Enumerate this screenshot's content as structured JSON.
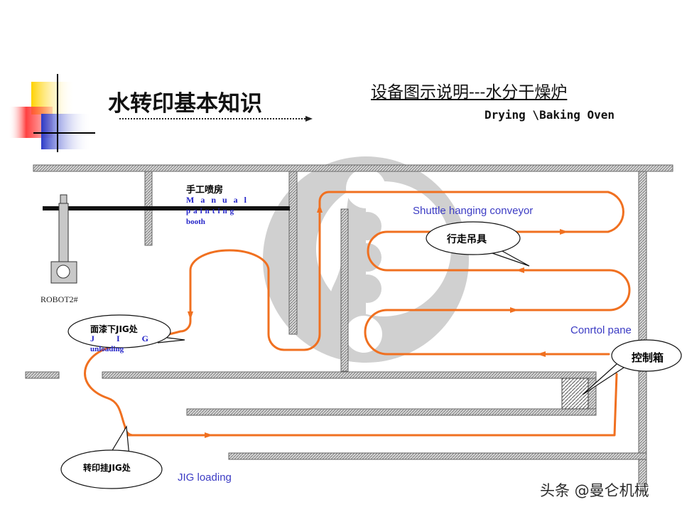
{
  "title": "水转印基本知识",
  "subtitle": "设备图示说明---水分干燥炉",
  "subtitle_en": "Drying \\Baking  Oven",
  "labels": {
    "booth_cn": "手工喷房",
    "booth_en1": "Manual",
    "booth_en2": "painting",
    "booth_en3": "booth",
    "robot": "ROBOT2#",
    "unload_cn": "面漆下JIG处",
    "unload_en1": "JIG",
    "unload_en2": "unloading",
    "shuttle": "Shuttle   hanging conveyor",
    "control_en": "Conrtol  pane",
    "jig_loading": "JIG  loading",
    "bubble_hang": "行走吊具",
    "bubble_control_box": "控制箱",
    "bubble_load": "转印挂JIG处"
  },
  "watermark": "头条 @曼仑机械",
  "colors": {
    "conveyor": "#f07020",
    "wall": "#9a9a9a",
    "label_blue": "#3c3cc4",
    "logo_yellow": "#ffd200",
    "logo_red": "#ff3a3a",
    "logo_blue": "#2a3ac8"
  }
}
